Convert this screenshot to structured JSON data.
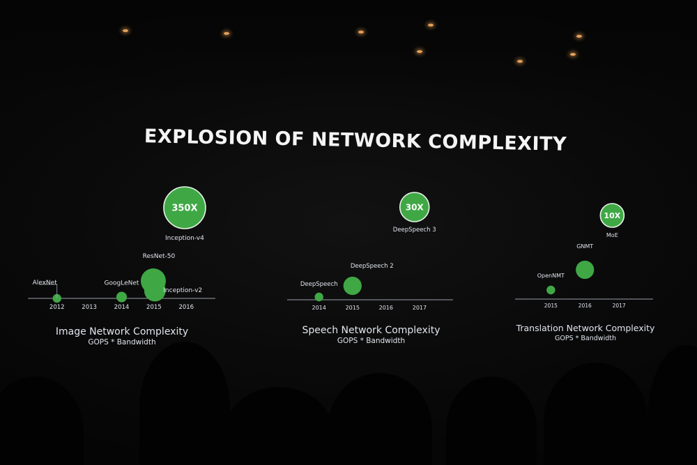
{
  "slide": {
    "title": "EXPLOSION OF NETWORK COMPLEXITY"
  },
  "colors": {
    "bubble": "#3fa845",
    "axis": "#9aa0aa",
    "text": "#e2e6ee"
  },
  "chart_data": [
    {
      "type": "scatter",
      "title": "Image Network Complexity",
      "subtitle": "GOPS * Bandwidth",
      "x_ticks": [
        "2012",
        "2013",
        "2014",
        "2015",
        "2016"
      ],
      "xlim": [
        2011.1,
        2016.9
      ],
      "points": [
        {
          "label": "AlexNet",
          "x": 2012,
          "value": 1
        },
        {
          "label": "GoogLeNet",
          "x": 2014,
          "value": 2
        },
        {
          "label": "ResNet-50",
          "x": 2014.98,
          "value": 40
        },
        {
          "label": "Inception-v2",
          "x": 2015.03,
          "value": 15
        }
      ],
      "highlight": {
        "label": "Inception-v4",
        "x": 2015.95,
        "badge": "350X",
        "value": 350
      }
    },
    {
      "type": "scatter",
      "title": "Speech Network Complexity",
      "subtitle": "GOPS * Bandwidth",
      "x_ticks": [
        "2014",
        "2015",
        "2016",
        "2017"
      ],
      "xlim": [
        2013.05,
        2018.0
      ],
      "points": [
        {
          "label": "DeepSpeech",
          "x": 2014,
          "value": 1
        },
        {
          "label": "DeepSpeech 2",
          "x": 2015,
          "value": 10
        }
      ],
      "highlight": {
        "label": "DeepSpeech 3",
        "x": 2016.85,
        "badge": "30X",
        "value": 30
      }
    },
    {
      "type": "scatter",
      "title": "Translation Network Complexity",
      "subtitle": "GOPS * Bandwidth",
      "x_ticks": [
        "2015",
        "2016",
        "2017"
      ],
      "xlim": [
        2013.95,
        2018.0
      ],
      "points": [
        {
          "label": "OpenNMT",
          "x": 2015,
          "value": 1
        },
        {
          "label": "GNMT",
          "x": 2016,
          "value": 10
        }
      ],
      "highlight": {
        "label": "MoE",
        "x": 2016.8,
        "badge": "10X",
        "value": 10
      }
    }
  ]
}
